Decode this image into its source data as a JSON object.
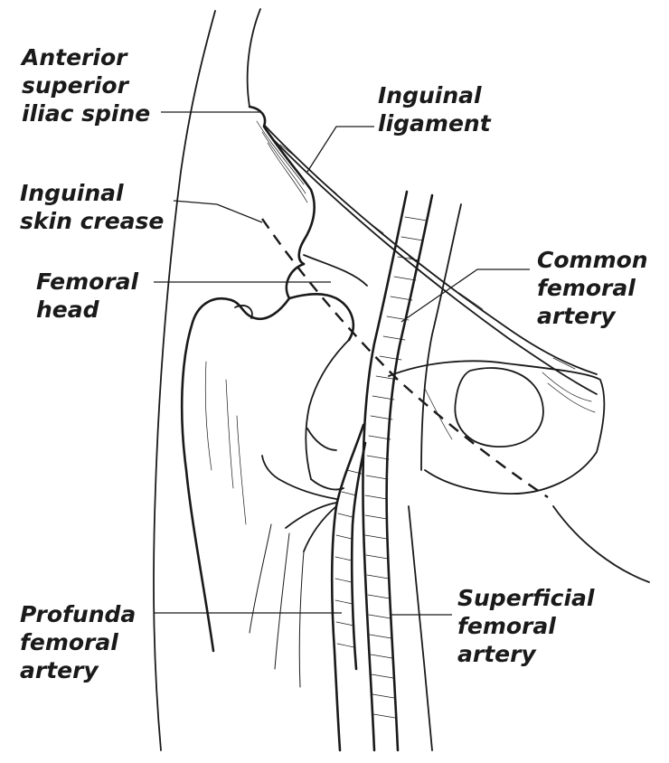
{
  "labels": {
    "asis": [
      "Anterior",
      "superior",
      "iliac spine"
    ],
    "inguinal_ligament": [
      "Inguinal",
      "ligament"
    ],
    "skin_crease": [
      "Inguinal",
      "skin crease"
    ],
    "common_femoral": [
      "Common",
      "femoral",
      "artery"
    ],
    "femoral_head": [
      "Femoral",
      "head"
    ],
    "profunda": [
      "Profunda",
      "femoral",
      "artery"
    ],
    "superficial": [
      "Superficial",
      "femoral",
      "artery"
    ]
  }
}
